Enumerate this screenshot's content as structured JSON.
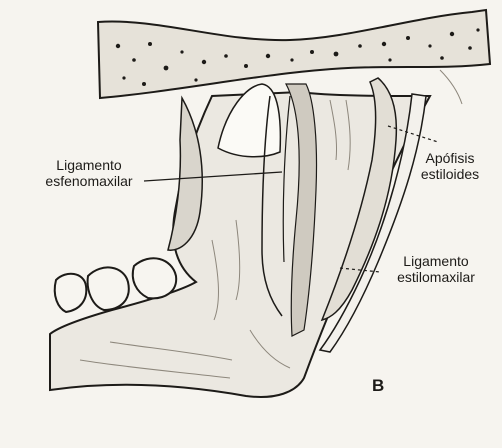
{
  "labels": {
    "sphenomandibular": {
      "line1": "Ligamento",
      "line2": "esfenomaxilar"
    },
    "styloid_process": {
      "line1": "Apófisis",
      "line2": "estiloides"
    },
    "stylomandibular": {
      "line1": "Ligamento",
      "line2": "estilomaxilar"
    },
    "panel_letter": "B"
  },
  "colors": {
    "paper": "#f6f4ef",
    "ink": "#1d1b18",
    "shade": "#b9b4aa",
    "light_shade": "#d9d5cc"
  }
}
